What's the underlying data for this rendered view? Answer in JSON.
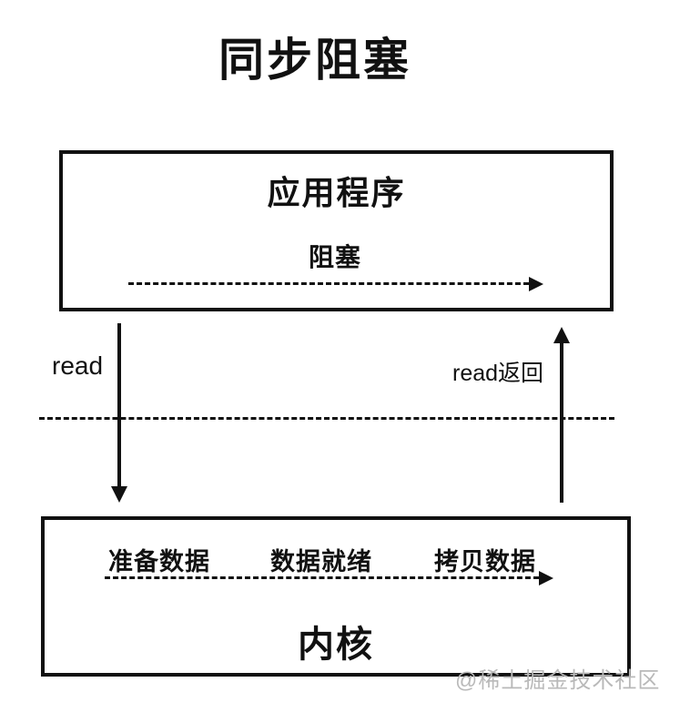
{
  "title": "同步阻塞",
  "app_box": {
    "label": "应用程序",
    "blocking_label": "阻塞"
  },
  "flow": {
    "read_label": "read",
    "read_return_label": "read返回"
  },
  "kernel_box": {
    "label": "内核",
    "stages": [
      "准备数据",
      "数据就绪",
      "拷贝数据"
    ]
  },
  "watermark": "@稀土掘金技术社区",
  "colors": {
    "background": "#ffffff",
    "line": "#111111",
    "watermark": "#b9b9b9"
  },
  "icons": {
    "blocking_arrow": "dashed-right-arrow",
    "kernel_progress_arrow": "dashed-right-arrow",
    "read_call_arrow": "solid-down-arrow",
    "read_return_arrow": "solid-up-arrow",
    "space_separator": "dashed-horizontal-line"
  }
}
